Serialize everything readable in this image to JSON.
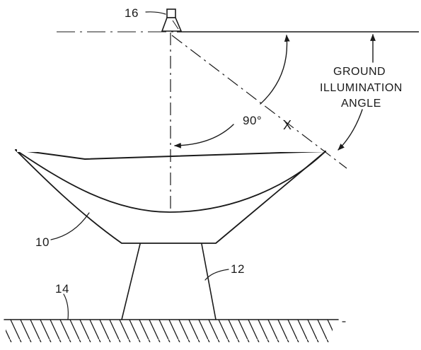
{
  "labels": {
    "feed_ref": "16",
    "dish_ref": "10",
    "pedestal_ref": "12",
    "ground_ref": "14",
    "angle_90": "90°",
    "angle_x": "X",
    "ground_illumination_line1": "GROUND",
    "ground_illumination_line2": "ILLUMINATION",
    "ground_illumination_line3": "ANGLE"
  },
  "colors": {
    "ink": "#1a1a1a",
    "background": "#ffffff"
  }
}
